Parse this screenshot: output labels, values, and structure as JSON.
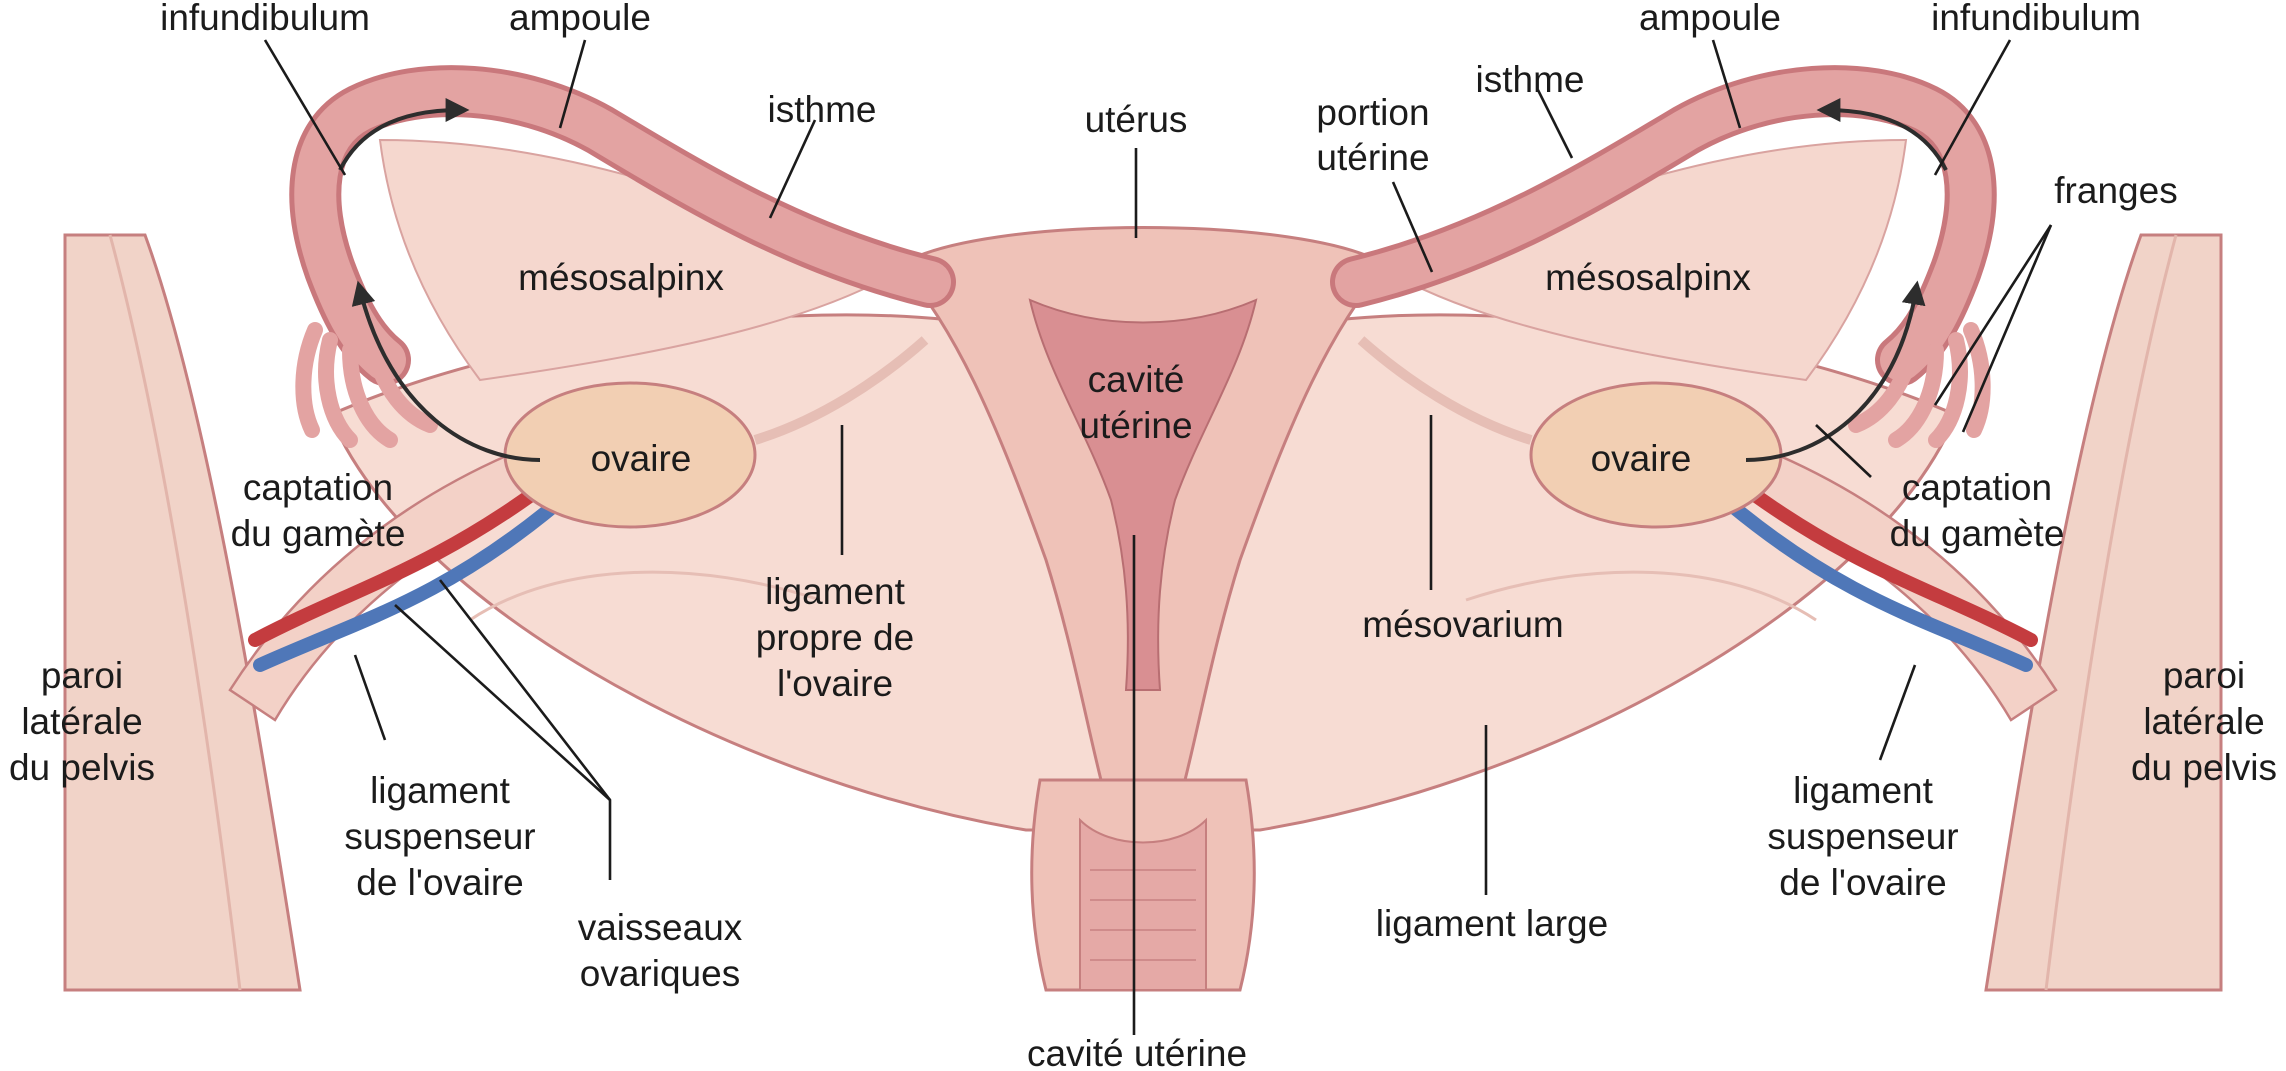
{
  "labels": {
    "infundibulum_left": "infundibulum",
    "ampoule_left": "ampoule",
    "isthme_left": "isthme",
    "uterus": "utérus",
    "portion_uterine_1": "portion",
    "portion_uterine_2": "utérine",
    "isthme_right": "isthme",
    "ampoule_right": "ampoule",
    "infundibulum_right": "infundibulum",
    "franges": "franges",
    "mesosalpinx_left": "mésosalpinx",
    "mesosalpinx_right": "mésosalpinx",
    "cavite_uterine_center_1": "cavité",
    "cavite_uterine_center_2": "utérine",
    "ovaire_left": "ovaire",
    "ovaire_right": "ovaire",
    "captation_left_1": "captation",
    "captation_left_2": "du gamète",
    "captation_right_1": "captation",
    "captation_right_2": "du gamète",
    "ligament_propre_1": "ligament",
    "ligament_propre_2": "propre de",
    "ligament_propre_3": "l'ovaire",
    "mesovarium": "mésovarium",
    "paroi_left_1": "paroi",
    "paroi_left_2": "latérale",
    "paroi_left_3": "du pelvis",
    "paroi_right_1": "paroi",
    "paroi_right_2": "latérale",
    "paroi_right_3": "du pelvis",
    "lig_susp_left_1": "ligament",
    "lig_susp_left_2": "suspenseur",
    "lig_susp_left_3": "de l'ovaire",
    "lig_susp_right_1": "ligament",
    "lig_susp_right_2": "suspenseur",
    "lig_susp_right_3": "de l'ovaire",
    "vaisseaux_1": "vaisseaux",
    "vaisseaux_2": "ovariques",
    "ligament_large": "ligament large",
    "cavite_uterine_bottom": "cavité utérine"
  },
  "colors": {
    "tissue_light": "#f7dcd3",
    "tissue_mid": "#efc2b8",
    "tube": "#e3a3a2",
    "tube_dark": "#c9787c",
    "cavity": "#d98f92",
    "ovary": "#f2cfb3",
    "artery": "#c43c3f",
    "vein": "#4f77b8",
    "pelvic_wall": "#f1d3c8",
    "outline": "#c67f7f"
  }
}
